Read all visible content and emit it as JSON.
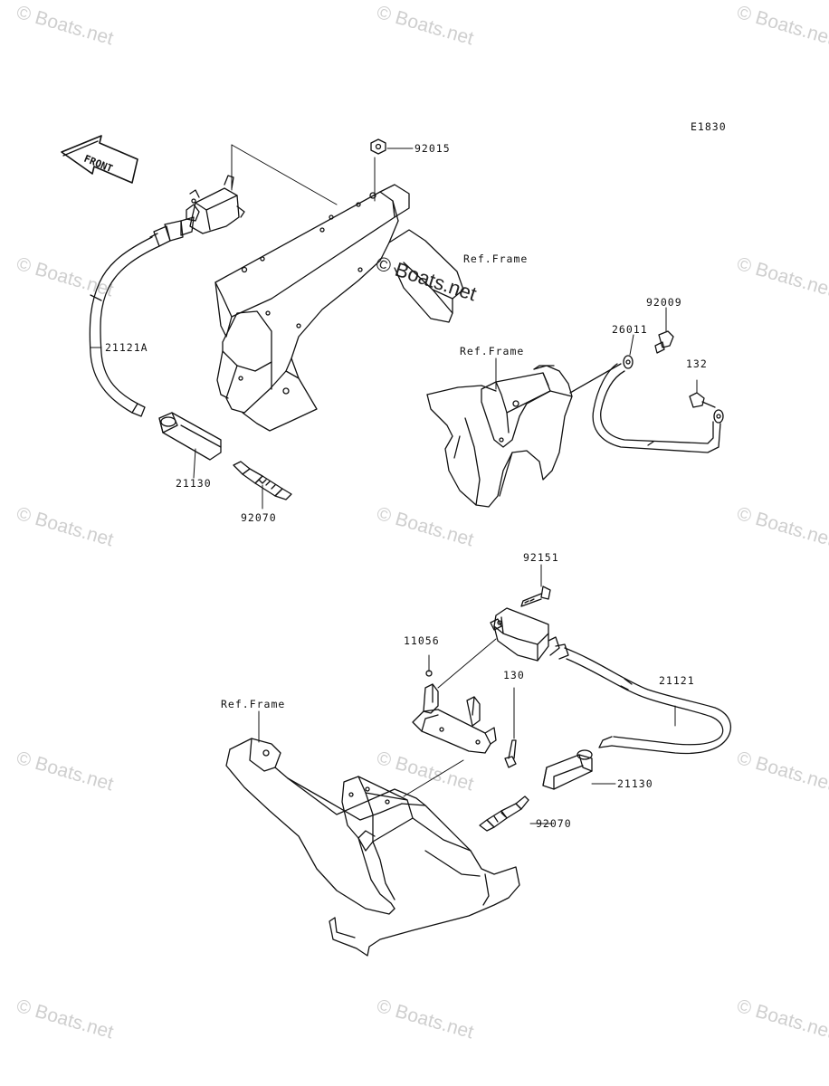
{
  "diagram": {
    "code": "E1830",
    "front_label": "FRONT",
    "watermark": "© Boats.net",
    "labels": {
      "p92015": "92015",
      "ref_frame_1": "Ref.Frame",
      "p21121A": "21121A",
      "p21130_a": "21130",
      "p92070_a": "92070",
      "ref_frame_2": "Ref.Frame",
      "p92009": "92009",
      "p26011": "26011",
      "p132": "132",
      "p92151": "92151",
      "p11056": "11056",
      "p130": "130",
      "p21121": "21121",
      "ref_frame_3": "Ref.Frame",
      "p21130_b": "21130",
      "p92070_b": "92070"
    }
  }
}
